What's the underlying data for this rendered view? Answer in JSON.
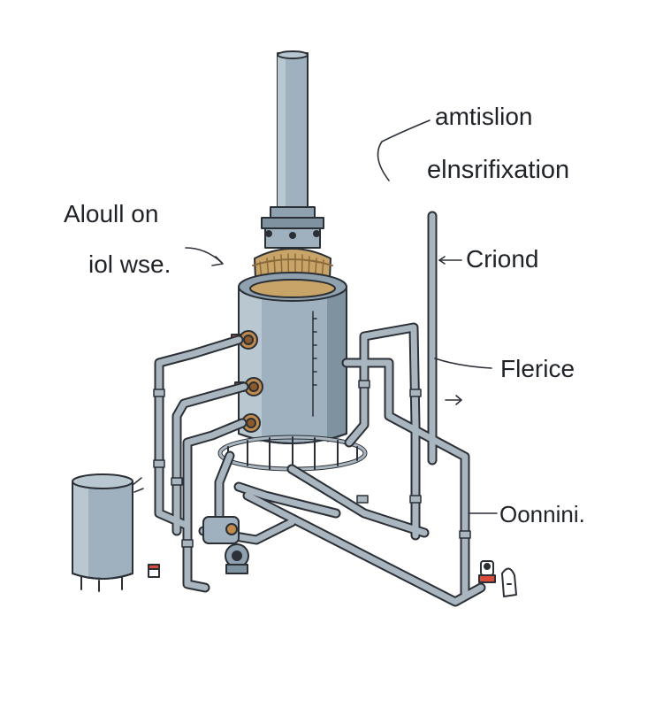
{
  "labels": {
    "top_right_1": "amtislion",
    "top_right_2": "elnsrifixation",
    "left_1": "Aloull on",
    "left_2": "iol wse.",
    "right_1": "Criond",
    "right_2": "Flerice",
    "right_3": "Oonnini."
  },
  "colors": {
    "outline": "#2b2f36",
    "pipe": "#aab6bf",
    "tank_body": "#9fb1bf",
    "tank_shadow": "#7f929f",
    "straw": "#c9a468",
    "valve_brown": "#8a5a2b",
    "valve_red": "#d94a3a"
  }
}
